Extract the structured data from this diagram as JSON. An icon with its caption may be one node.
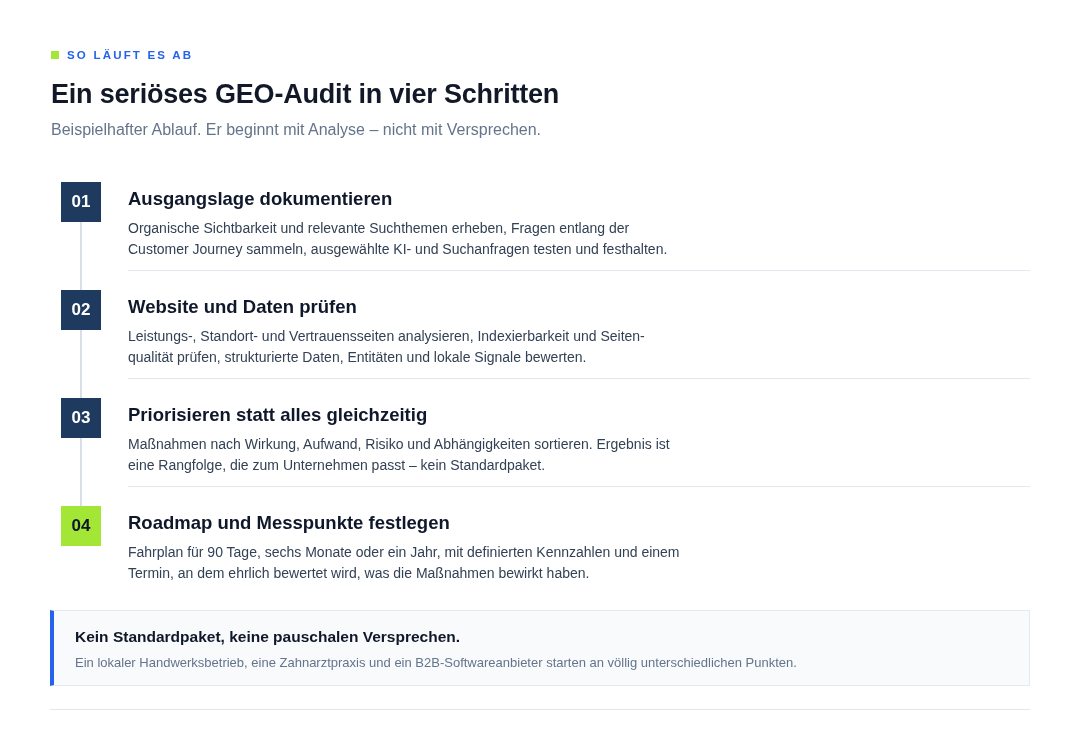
{
  "diagram": {
    "title": "Ein seriöses GEO-Audit in vier Schritten",
    "nodes": [
      {
        "text": [
          "01"
        ],
        "beside": [
          "Ausgangslage dokumentieren",
          "Organische Sichtbarkeit und relevante Suchthemen erheben, Fragen entlang der Customer Journey sammeln, ausgewählte KI- und Suchanfragen testen und festhalten."
        ]
      },
      {
        "text": [
          "02"
        ],
        "beside": [
          "Website und Daten prüfen",
          "Leistungs-, Standort- und Vertrauensseiten analysieren, Indexierbarkeit und Seiten- qualität prüfen, strukturierte Daten, Entitäten und lokale Signale bewerten."
        ]
      },
      {
        "text": [
          "03"
        ],
        "beside": [
          "Priorisieren statt alles gleichzeitig",
          "Maßnahmen nach Wirkung, Aufwand, Risiko und Abhängigkeiten sortieren. Ergebnis ist eine Rangfolge, die zum Unternehmen passt – kein Standardpaket."
        ]
      },
      {
        "text": [
          "04"
        ],
        "beside": [
          "Roadmap und Messpunkte festlegen",
          "Fahrplan für 90 Tage, sechs Monate oder ein Jahr, mit definierten Kennzahlen und einem Termin, an dem ehrlich bewertet wird, was die Maßnahmen bewirkt haben."
        ]
      },
      {
        "text": [
          "Kein Standardpaket, keine pauschalen Versprechen.",
          "Ein lokaler Handwerksbetrieb, eine Zahnarztpraxis und ein B2B-Softwareanbieter starten an völlig unterschiedlichen Punkten."
        ]
      }
    ],
    "edges": [
      {
        "from": 0,
        "to": 1,
        "arrow": "none"
      },
      {
        "from": 1,
        "to": 2,
        "arrow": "none"
      },
      {
        "from": 2,
        "to": 3,
        "arrow": "none"
      }
    ],
    "labels": [
      "SO LÄUFT ES AB",
      "Beispielhafter Ablauf. Er beginnt mit Analyse – nicht mit Versprechen."
    ]
  }
}
